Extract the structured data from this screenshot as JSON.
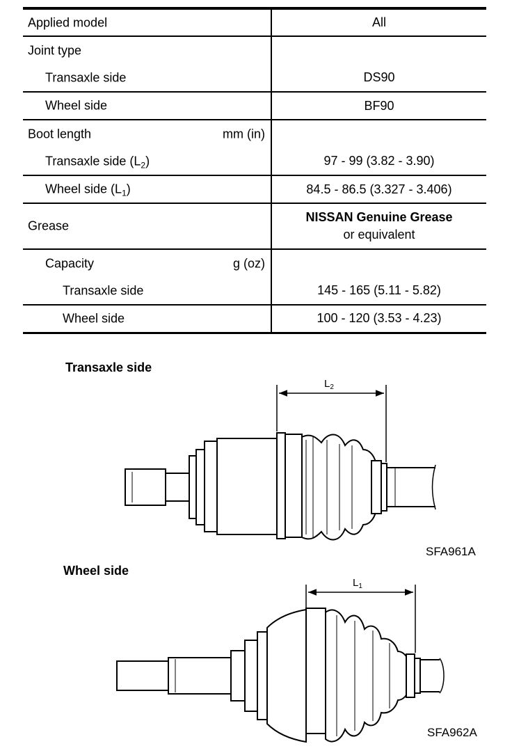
{
  "table": {
    "rows": [
      {
        "label": "Applied model",
        "value": "All"
      },
      {
        "label": "Joint type"
      },
      {
        "label": "Transaxle side",
        "value": "DS90"
      },
      {
        "label": "Wheel side",
        "value": "BF90"
      },
      {
        "label": "Boot length",
        "unit": "mm (in)"
      },
      {
        "label": "Transaxle side (L",
        "sub": "2",
        "label_end": ")",
        "value": "97 - 99 (3.82 - 3.90)"
      },
      {
        "label": "Wheel side (L",
        "sub": "1",
        "label_end": ")",
        "value": "84.5 - 86.5 (3.327 - 3.406)"
      },
      {
        "label": "Grease",
        "value": "NISSAN Genuine Grease",
        "value2": "or equivalent"
      },
      {
        "label": "Capacity",
        "unit": "g (oz)"
      },
      {
        "label": "Transaxle side",
        "value": "145 - 165 (5.11 - 5.82)"
      },
      {
        "label": "Wheel side",
        "value": "100 - 120 (3.53 - 4.23)"
      }
    ]
  },
  "figures": {
    "transaxle": {
      "title": "Transaxle side",
      "dim_label": "L",
      "dim_sub": "2",
      "code": "SFA961A"
    },
    "wheel": {
      "title": "Wheel side",
      "dim_label": "L",
      "dim_sub": "1",
      "code": "SFA962A"
    }
  }
}
